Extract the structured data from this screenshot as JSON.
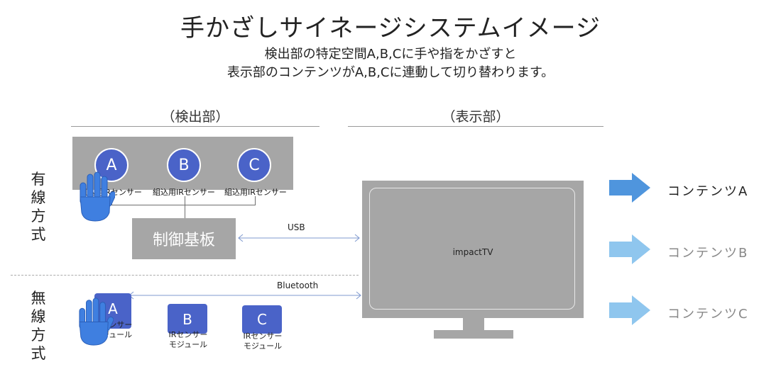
{
  "title": "手かざしサイネージシステムイメージ",
  "subtitle_lines": [
    "検出部の特定空間A,B,Cに手や指をかざすと",
    "表示部のコンテンツがA,B,Cに連動して切り替わります。"
  ],
  "sections": {
    "detect": "（検出部）",
    "display": "（表示部）"
  },
  "wired": {
    "label": "有線方式",
    "sensors": [
      {
        "letter": "A",
        "label": "組込用IRセンサー"
      },
      {
        "letter": "B",
        "label": "組込用IRセンサー"
      },
      {
        "letter": "C",
        "label": "組込用IRセンサー"
      }
    ],
    "controller": "制御基板",
    "link": "USB"
  },
  "wireless": {
    "label": "無線方式",
    "modules": [
      {
        "letter": "A",
        "label_line1": "IRセンサー",
        "label_line2": "モジュール"
      },
      {
        "letter": "B",
        "label_line1": "IRセンサー",
        "label_line2": "モジュール"
      },
      {
        "letter": "C",
        "label_line1": "IRセンサー",
        "label_line2": "モジュール"
      }
    ],
    "link": "Bluetooth"
  },
  "tv": {
    "label": "impactTV"
  },
  "contents": [
    {
      "label": "コンテンツA",
      "arrow_color": "#4f95dd",
      "text_color": "#222222"
    },
    {
      "label": "コンテンツB",
      "arrow_color": "#8fc6ee",
      "text_color": "#888888"
    },
    {
      "label": "コンテンツC",
      "arrow_color": "#8fc6ee",
      "text_color": "#888888"
    }
  ],
  "colors": {
    "sensor_blue": "#4a63c8",
    "panel_gray": "#a6a6a6",
    "hand_blue": "#3f7fe0",
    "link_line": "#7f99cf"
  },
  "icons": {
    "hand": "hand-icon",
    "arrow": "right-arrow-icon"
  }
}
